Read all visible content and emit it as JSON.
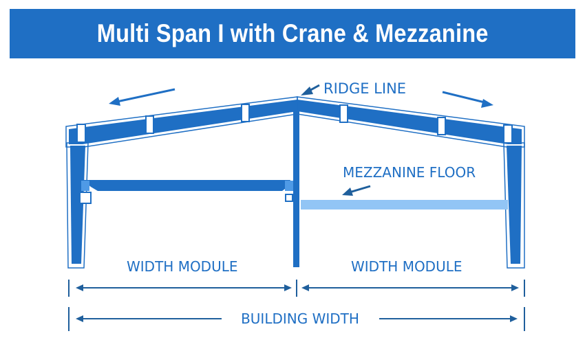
{
  "title": "Multi Span I with Crane & Mezzanine",
  "labels": {
    "ridge_line": "RIDGE LINE",
    "mezzanine_floor": "MEZZANINE FLOOR",
    "width_module_left": "WIDTH MODULE",
    "width_module_right": "WIDTH MODULE",
    "building_width": "BUILDING WIDTH"
  },
  "colors": {
    "primary": "#1f6fc4",
    "mezzanine": "#92c5f5",
    "dimension": "#1f5f9c"
  }
}
